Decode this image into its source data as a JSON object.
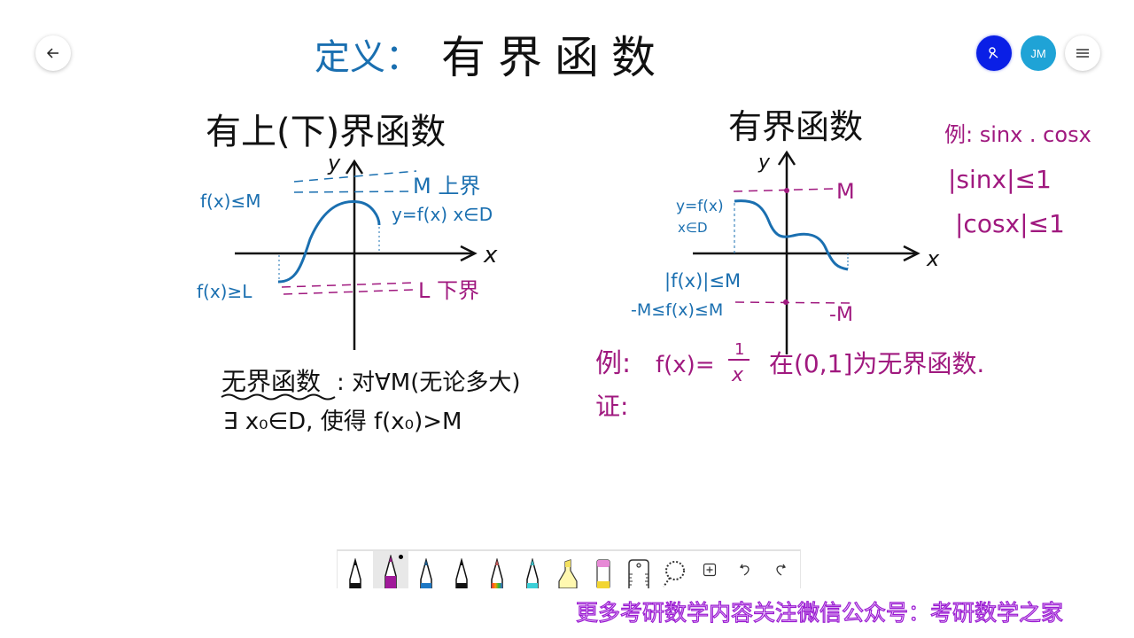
{
  "header": {
    "back_button": "back",
    "user_button": "user",
    "avatar_initials": "JM",
    "menu_button": "menu"
  },
  "colors": {
    "ink_black": "#111111",
    "ink_blue": "#1a6fb0",
    "ink_magenta": "#a0197f",
    "user_button_bg": "#0a1fe6",
    "avatar_bg": "#1fa3d6",
    "watermark_fill": "#f4dcff",
    "watermark_stroke": "#9a1bd1"
  },
  "whiteboard": {
    "title_prefix": "定义：",
    "title": "有界函数",
    "left": {
      "heading": "有上(下)界函数",
      "y_label": "y",
      "x_label": "x",
      "upper_cond": "f(x)≤M",
      "upper_label": "M 上界",
      "func_label": "y=f(x) x∈D",
      "lower_cond": "f(x)≥L",
      "lower_label": "L 下界"
    },
    "right": {
      "heading": "有界函数",
      "y_label": "y",
      "x_label": "x",
      "func_label_1": "y=f(x)",
      "func_label_2": "x∈D",
      "upper_label": "M",
      "lower_label": "-M",
      "abs_cond": "|f(x)|≤M",
      "range_cond": "-M≤f(x)≤M"
    },
    "examples": {
      "line1": "例: sinx . cosx",
      "line2": "|sinx|≤1",
      "line3": "|cosx|≤1"
    },
    "unbounded": {
      "line1_term": "无界函数",
      "line1_rest": ": 对∀M(无论多大)",
      "line2": "∃ x₀∈D, 使得 f(x₀)>M"
    },
    "example2": {
      "prefix": "例:",
      "func": "f(x)=",
      "frac_num": "1",
      "frac_den": "x",
      "rest": "在(0,1]为无界函数.",
      "proof": "证:"
    }
  },
  "toolbar": {
    "tools": [
      {
        "name": "pen-black",
        "label": "Pen"
      },
      {
        "name": "pen-magenta",
        "label": "Pen",
        "active": true
      },
      {
        "name": "pen-blue",
        "label": "Pen"
      },
      {
        "name": "pen-black-2",
        "label": "Pen"
      },
      {
        "name": "pen-rainbow",
        "label": "Pen"
      },
      {
        "name": "pen-cyan",
        "label": "Pen"
      },
      {
        "name": "highlighter-yellow",
        "label": "Highlighter"
      },
      {
        "name": "eraser",
        "label": "Eraser"
      },
      {
        "name": "ruler",
        "label": "Ruler"
      },
      {
        "name": "lasso",
        "label": "Lasso select"
      },
      {
        "name": "add",
        "label": "Add"
      },
      {
        "name": "undo",
        "label": "Undo"
      },
      {
        "name": "redo",
        "label": "Redo"
      }
    ]
  },
  "watermark": "更多考研数学内容关注微信公众号：考研数学之家"
}
